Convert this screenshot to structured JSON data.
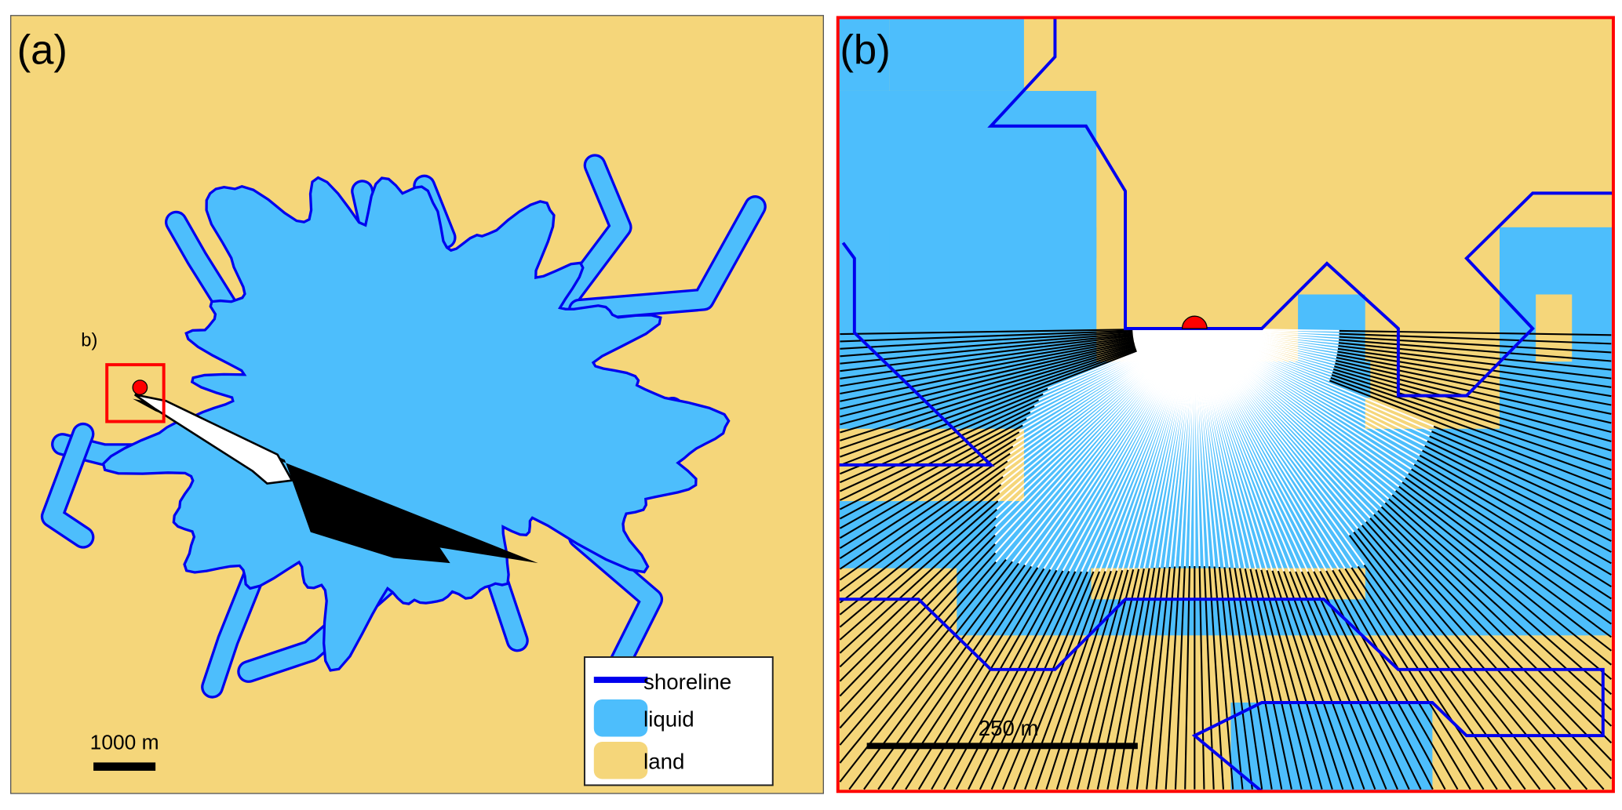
{
  "panel_a": {
    "label": "(a)",
    "inset_label": "b)",
    "scale_bar_label": "1000 m",
    "legend": [
      {
        "label": "shoreline",
        "kind": "line"
      },
      {
        "label": "liquid",
        "kind": "swatch"
      },
      {
        "label": "land",
        "kind": "swatch"
      }
    ]
  },
  "panel_b": {
    "label": "(b)",
    "scale_bar_label": "250 m"
  },
  "colors": {
    "land": "#F5D67A",
    "liquid": "#4DBEFC",
    "shoreline": "#0000EE",
    "inset_frame": "#FF0000",
    "observer": "#FF0000"
  }
}
